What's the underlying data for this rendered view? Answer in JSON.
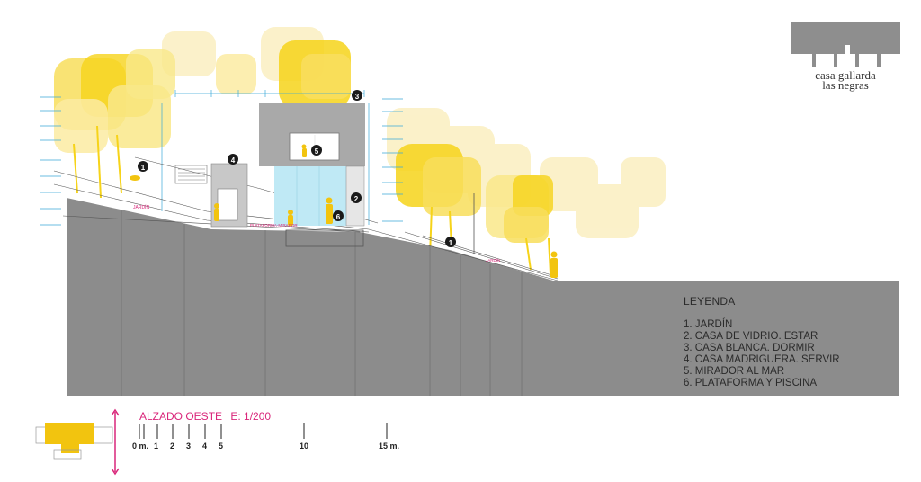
{
  "logo": {
    "line1": "casa gallarda",
    "line2": "las negras"
  },
  "legend": {
    "title": "LEYENDA",
    "items": [
      "1. JARDÍN",
      "2. CASA DE VIDRIO. ESTAR",
      "3. CASA BLANCA. DORMIR",
      "4. CASA MADRIGUERA. SERVIR",
      "5. MIRADOR AL MAR",
      "6. PLATAFORMA Y PISCINA"
    ]
  },
  "drawing": {
    "title": "ALZADO OESTE",
    "scale": "E: 1/200",
    "scale_ticks": [
      "0 m.",
      "1",
      "2",
      "3",
      "4",
      "5",
      "10",
      "15 m."
    ],
    "labels": {
      "garden_upper": "JARDÍN",
      "platform": "PLATAFORMA-MIRADOR",
      "garden_lower": "JARDÍN"
    },
    "markers": [
      "1",
      "2",
      "3",
      "4",
      "5",
      "6",
      "1"
    ]
  },
  "colors": {
    "tree_yellow": "#f6d31a",
    "tree_light": "#f9ebb0",
    "terrain": "#8c8c8c",
    "logo_gray": "#8e8e8e",
    "accent_magenta": "#d9267a",
    "dim_cyan": "#3aa9d8",
    "glass": "#bfe9f5"
  }
}
